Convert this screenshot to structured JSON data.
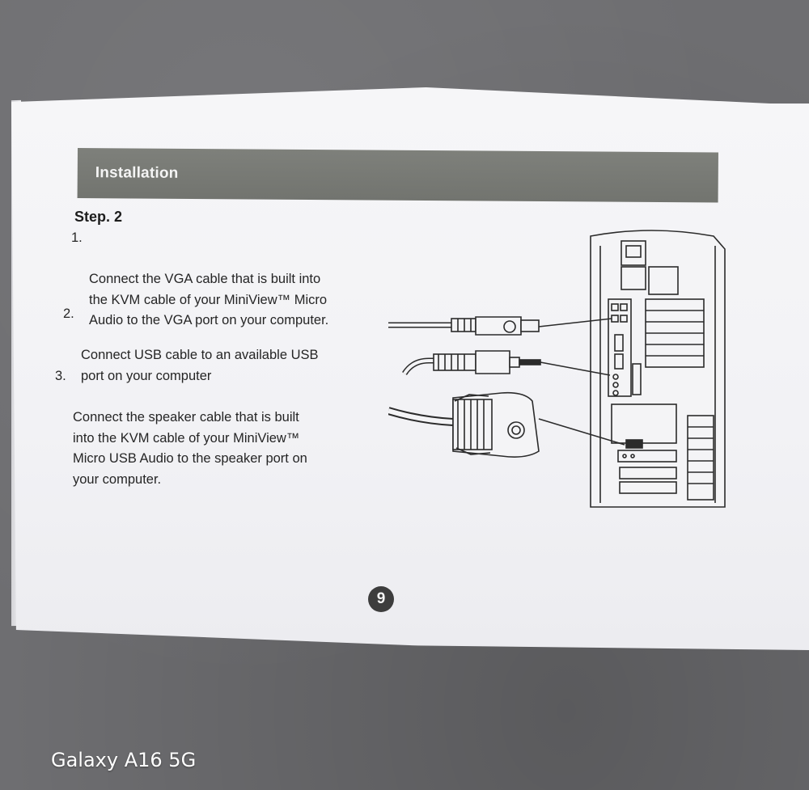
{
  "section_title": "Installation",
  "step": {
    "title": "Step. 2",
    "items": [
      {
        "number": "1.",
        "text": "Connect the VGA cable that is built into\nthe KVM cable of your MiniView™ Micro\nAudio to the VGA port on your computer."
      },
      {
        "number": "2.",
        "text": "Connect USB cable to an available USB\nport on your computer"
      },
      {
        "number": "3.",
        "text": "Connect the speaker cable that is built\ninto the KVM cable of your MiniView™\nMicro USB Audio to the speaker port on\nyour computer."
      }
    ]
  },
  "page_number": "9",
  "camera_watermark": "Galaxy A16 5G",
  "colors": {
    "header_bar": "#787a75",
    "paper": "#f3f3f6",
    "table_surface": "#6e6e71",
    "page_number_circle": "#3d3d3d"
  }
}
